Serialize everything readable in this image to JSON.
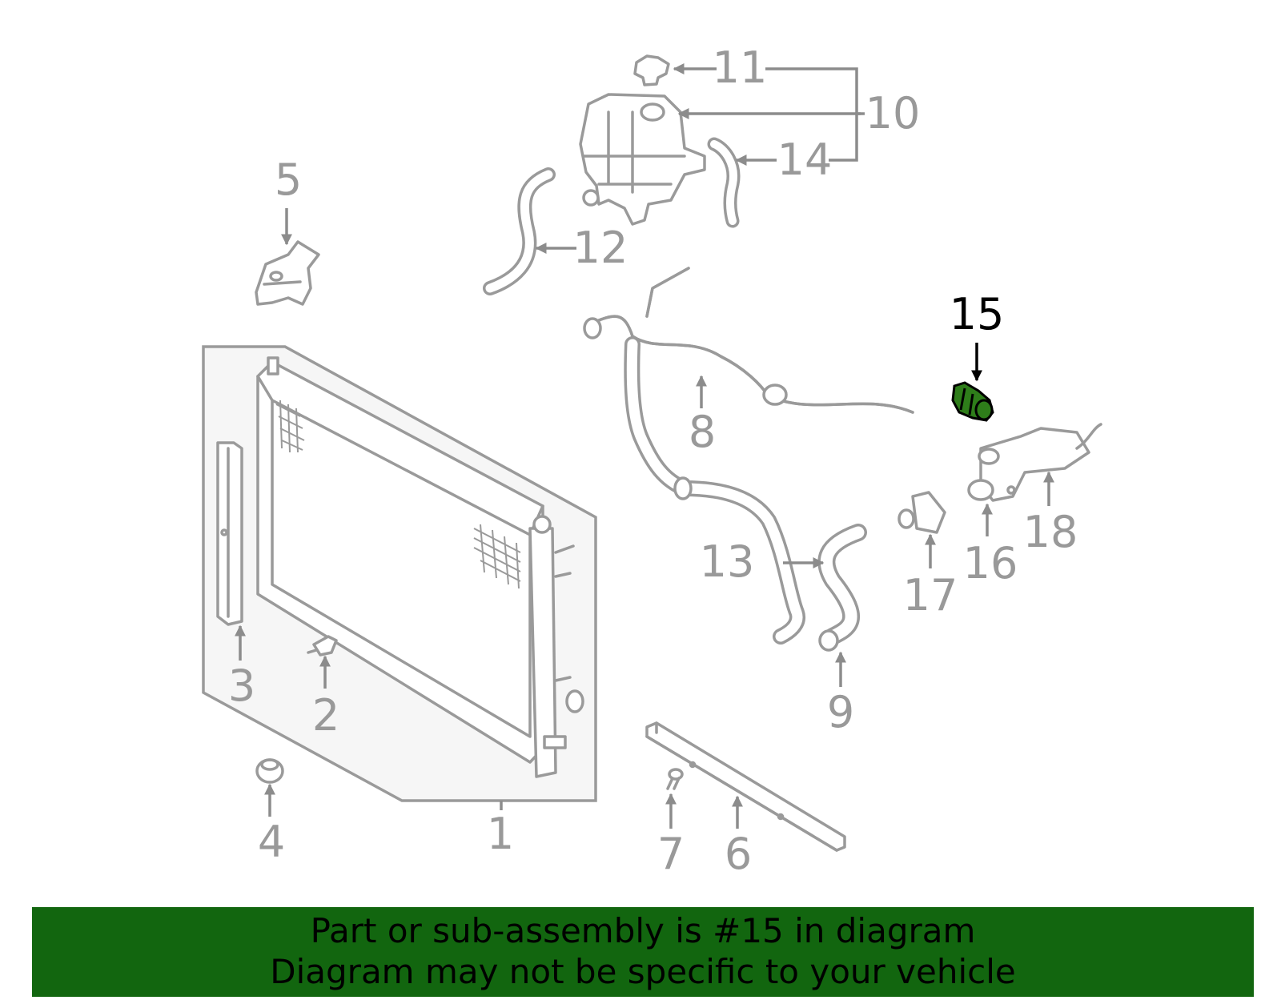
{
  "diagram": {
    "highlighted_part": "15",
    "callouts": [
      "1",
      "2",
      "3",
      "4",
      "5",
      "6",
      "7",
      "8",
      "9",
      "10",
      "11",
      "12",
      "13",
      "14",
      "15",
      "16",
      "17",
      "18"
    ]
  },
  "banner": {
    "line1": "Part or sub-assembly is #15 in diagram",
    "line2": "Diagram may not be specific to your vehicle"
  },
  "colors": {
    "banner_bg": "#12660f",
    "highlight_part": "#2e7d1a",
    "line_art": "#9a9a9a"
  }
}
